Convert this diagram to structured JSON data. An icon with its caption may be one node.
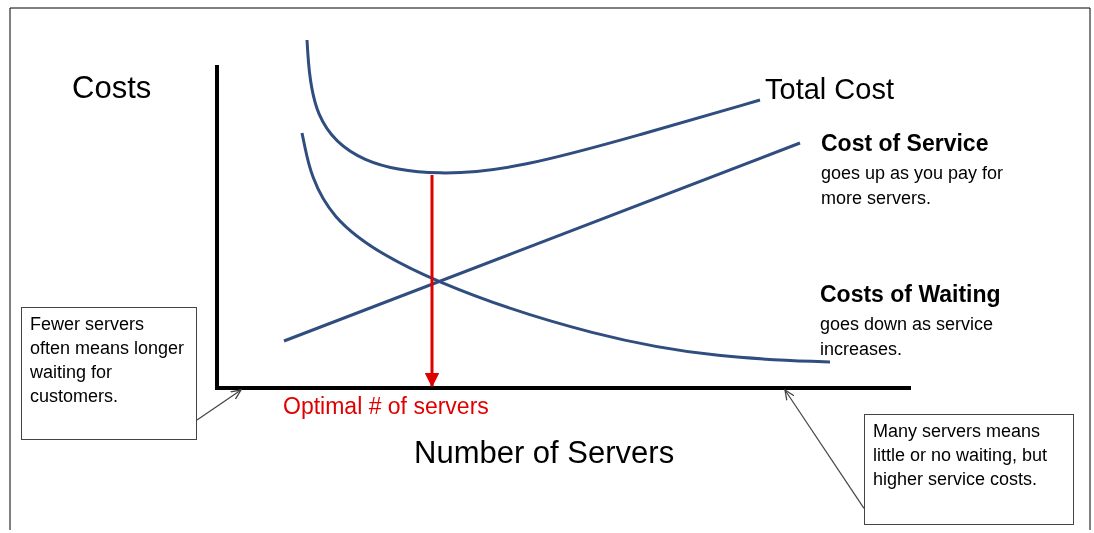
{
  "diagram": {
    "nodes": [
      {
        "text": [
          "Fewer servers often means longer waiting for customers."
        ]
      },
      {
        "text": [
          "Many servers means little or no waiting, but higher service costs."
        ]
      }
    ],
    "edges": [
      {
        "from": 0,
        "to": null,
        "arrow": "to"
      },
      {
        "from": 1,
        "to": null,
        "arrow": "to"
      }
    ],
    "labels": [
      "Costs",
      "Total Cost",
      "Cost of Service",
      "goes up as you pay for more servers.",
      "Costs of Waiting",
      "goes down as service increases.",
      "Optimal # of servers",
      "Number of Servers"
    ]
  }
}
